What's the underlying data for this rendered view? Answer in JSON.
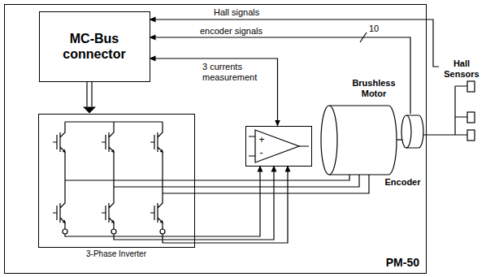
{
  "diagram": {
    "nodes": [
      {
        "text": [
          "PM-50"
        ]
      },
      {
        "text": [
          "MC-Bus connector"
        ],
        "in": 0
      },
      {
        "text": [
          "3-Phase Inverter"
        ],
        "in": 0
      },
      {
        "text": [
          "+",
          "-"
        ],
        "in": 0
      },
      {
        "text": [
          "Brushless Motor"
        ]
      },
      {
        "text": [
          "Encoder"
        ]
      },
      {
        "text": [
          "Hall Sensors"
        ]
      }
    ],
    "edges": [
      {
        "from": 6,
        "to": 1,
        "label": "Hall signals",
        "arrow": "to"
      },
      {
        "from": 5,
        "to": 1,
        "label": "encoder signals",
        "arrow": "to"
      },
      {
        "from": 1,
        "to": 3,
        "label": "3 currents measurement",
        "arrow": "both"
      },
      {
        "from": 1,
        "to": 2,
        "arrow": "to"
      },
      {
        "from": 2,
        "to": 4,
        "arrow": "none"
      },
      {
        "from": 2,
        "to": 3,
        "arrow": "to"
      }
    ],
    "labels": [
      "10"
    ]
  }
}
